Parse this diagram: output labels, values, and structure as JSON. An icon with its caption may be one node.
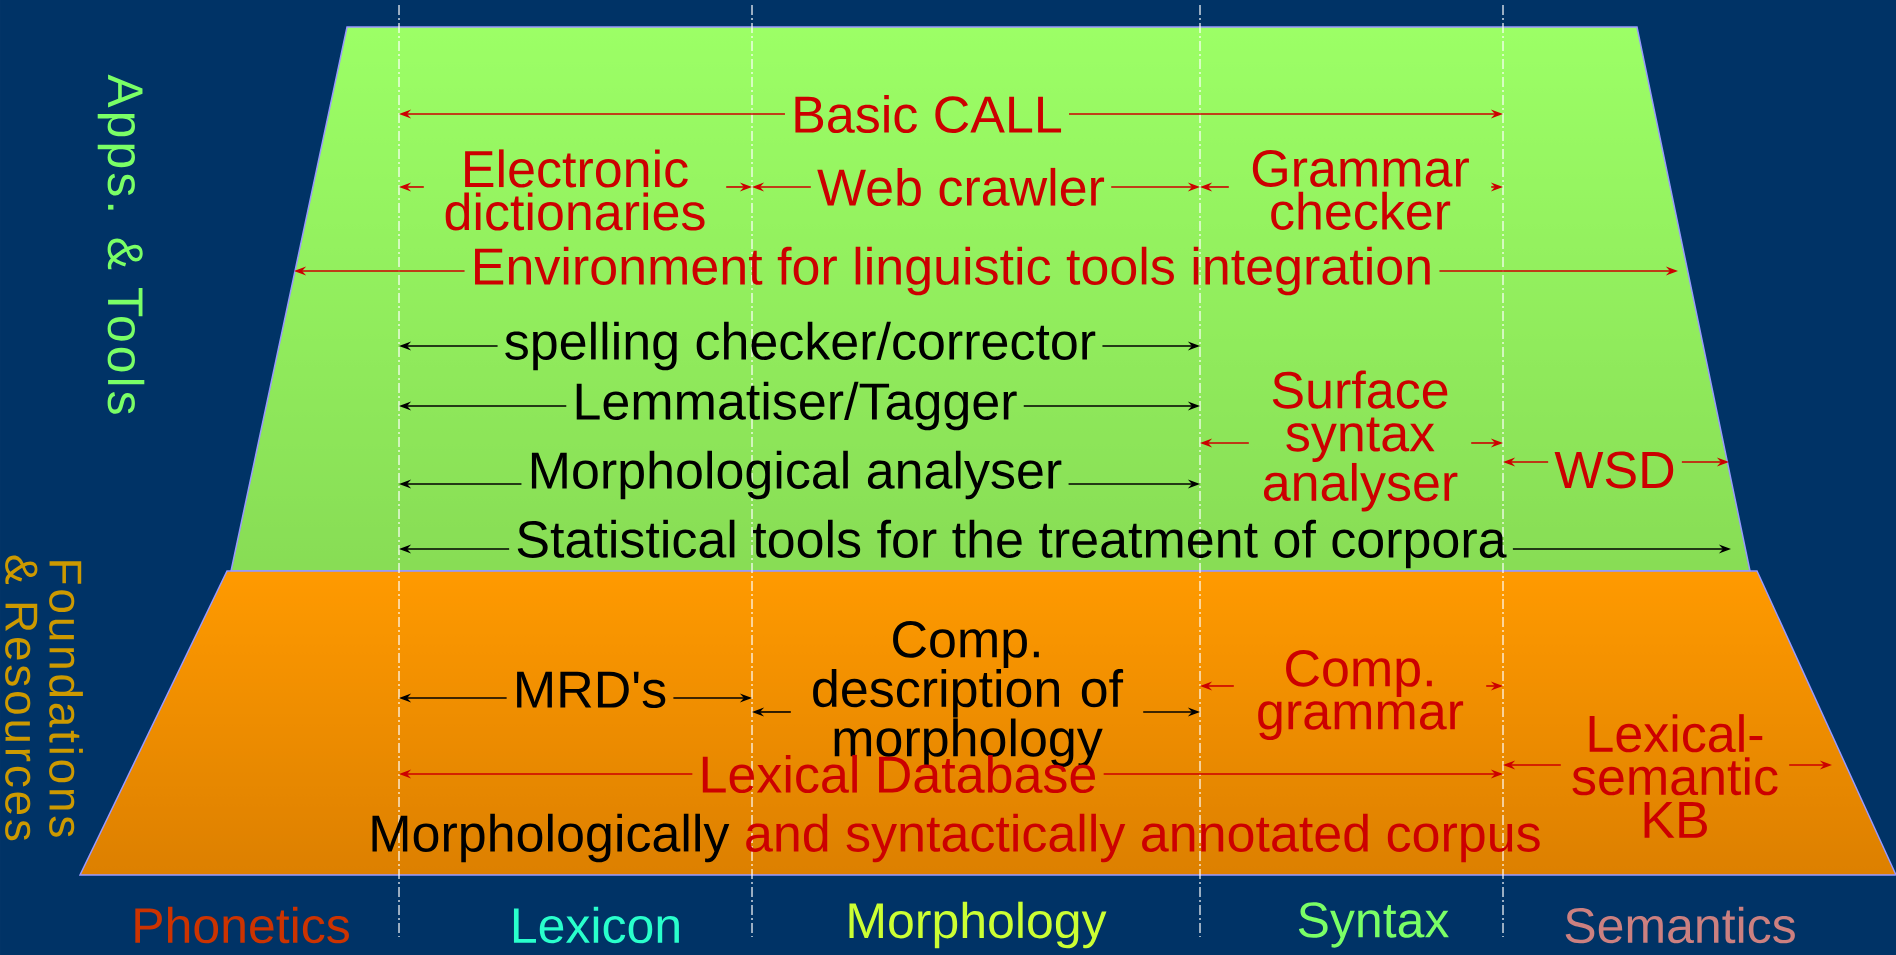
{
  "diagram": {
    "nodes": [
      {
        "text": [
          "Apps. & Tools"
        ]
      },
      {
        "text": [
          "Basic CALL"
        ],
        "in": 0
      },
      {
        "text": [
          "Electronic dictionaries"
        ],
        "in": 0
      },
      {
        "text": [
          "Web crawler"
        ],
        "in": 0
      },
      {
        "text": [
          "Grammar checker"
        ],
        "in": 0
      },
      {
        "text": [
          "Environment for linguistic tools integration"
        ],
        "in": 0
      },
      {
        "text": [
          "spelling checker/corrector"
        ],
        "in": 0
      },
      {
        "text": [
          "Lemmatiser/Tagger"
        ],
        "in": 0
      },
      {
        "text": [
          "Surface syntax analyser"
        ],
        "in": 0
      },
      {
        "text": [
          "Morphological analyser"
        ],
        "in": 0
      },
      {
        "text": [
          "WSD"
        ],
        "in": 0
      },
      {
        "text": [
          "Statistical tools for the treatment of corpora"
        ],
        "in": 0
      },
      {
        "text": [
          "Foundations & Resources"
        ]
      },
      {
        "text": [
          "MRD's"
        ],
        "in": 12
      },
      {
        "text": [
          "Comp. description of morphology"
        ],
        "in": 12
      },
      {
        "text": [
          "Comp. grammar"
        ],
        "in": 12
      },
      {
        "text": [
          "Lexical-semantic KB"
        ],
        "in": 12
      },
      {
        "text": [
          "Lexical Database"
        ],
        "in": 12
      },
      {
        "text": [
          "Morphologically",
          "and syntactically annotated corpus"
        ],
        "in": 12
      }
    ],
    "labels": [
      "Phonetics",
      "Lexicon",
      "Morphology",
      "Syntax",
      "Semantics"
    ]
  }
}
